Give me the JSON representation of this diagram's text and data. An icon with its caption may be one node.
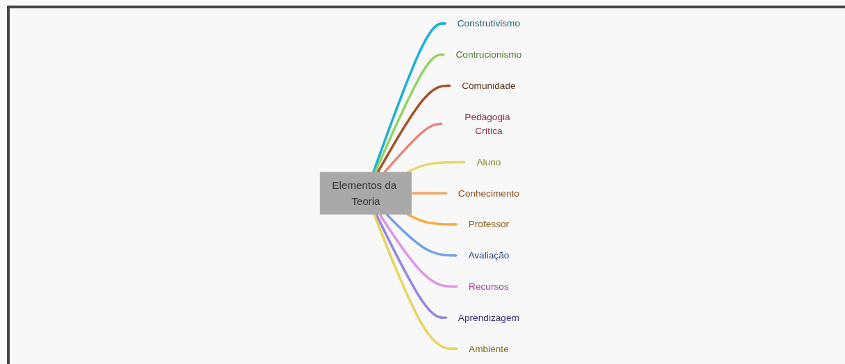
{
  "diagram": {
    "nodes": [
      {
        "text": [
          "Elementos da Teoria"
        ]
      },
      {
        "text": [
          "Construtivismo"
        ]
      },
      {
        "text": [
          "Contrucionismo"
        ]
      },
      {
        "text": [
          "Comunidade"
        ]
      },
      {
        "text": [
          "Pedagogia Crítica"
        ]
      },
      {
        "text": [
          "Aluno"
        ]
      },
      {
        "text": [
          "Conhecimento"
        ]
      },
      {
        "text": [
          "Professor"
        ]
      },
      {
        "text": [
          "Avaliação"
        ]
      },
      {
        "text": [
          "Recursos"
        ]
      },
      {
        "text": [
          "Aprendizagem"
        ]
      },
      {
        "text": [
          "Ambiente"
        ]
      }
    ],
    "edges": [
      {
        "from": 0,
        "to": 1,
        "arrow": "to",
        "color": "#1ab0d8"
      },
      {
        "from": 0,
        "to": 2,
        "arrow": "to",
        "color": "#92d463"
      },
      {
        "from": 0,
        "to": 3,
        "arrow": "to",
        "color": "#a4522a"
      },
      {
        "from": 0,
        "to": 4,
        "arrow": "to",
        "color": "#e8867c"
      },
      {
        "from": 0,
        "to": 5,
        "arrow": "to",
        "color": "#e8d863"
      },
      {
        "from": 0,
        "to": 6,
        "arrow": "to",
        "color": "#f2a564"
      },
      {
        "from": 0,
        "to": 7,
        "arrow": "to",
        "color": "#fea83a"
      },
      {
        "from": 0,
        "to": 8,
        "arrow": "to",
        "color": "#72a2e8"
      },
      {
        "from": 0,
        "to": 9,
        "arrow": "to",
        "color": "#e193e8"
      },
      {
        "from": 0,
        "to": 10,
        "arrow": "to",
        "color": "#9388e2"
      },
      {
        "from": 0,
        "to": 11,
        "arrow": "to",
        "color": "#e8d45c"
      }
    ]
  }
}
